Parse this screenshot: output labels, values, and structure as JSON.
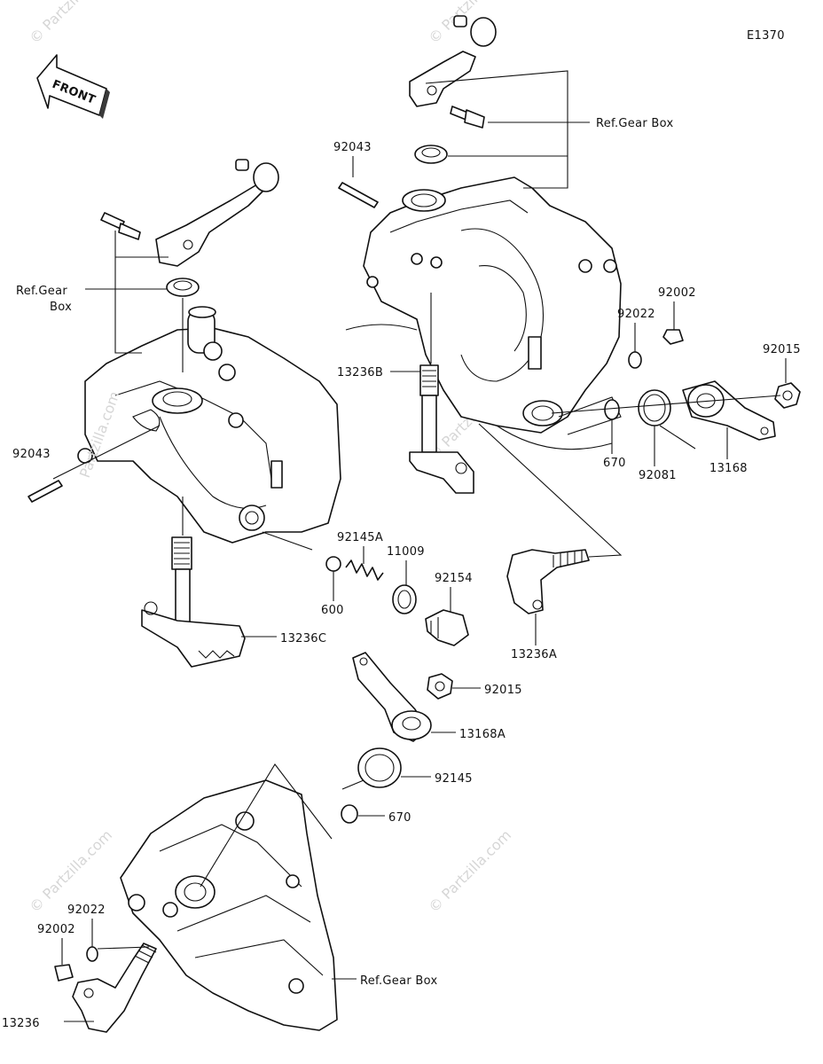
{
  "diagram_code": "E1370",
  "front_label": "FRONT",
  "watermark": "© Partzilla.com",
  "brand_watermark_vertical": "Partzilla.com",
  "labels": {
    "ref_gear_box_top": "Ref.Gear Box",
    "p92043": "92043",
    "ref_gear_box_left": "Ref.Gear",
    "ref_gear_box_left2": "Box",
    "p92043_left": "92043",
    "p92002_top": "92002",
    "p92022_top": "92022",
    "p92015_top": "92015",
    "p13236B": "13236B",
    "p670_top": "670",
    "p92081": "92081",
    "p13168": "13168",
    "p92145A": "92145A",
    "p11009": "11009",
    "p92154": "92154",
    "p600": "600",
    "p13236C": "13236C",
    "p13236A": "13236A",
    "p92015_mid": "92015",
    "p13168A": "13168A",
    "p92145": "92145",
    "p670_mid": "670",
    "p92022_bottom": "92022",
    "p92002_bottom": "92002",
    "ref_gear_box_bottom": "Ref.Gear Box",
    "p13236": "13236"
  }
}
